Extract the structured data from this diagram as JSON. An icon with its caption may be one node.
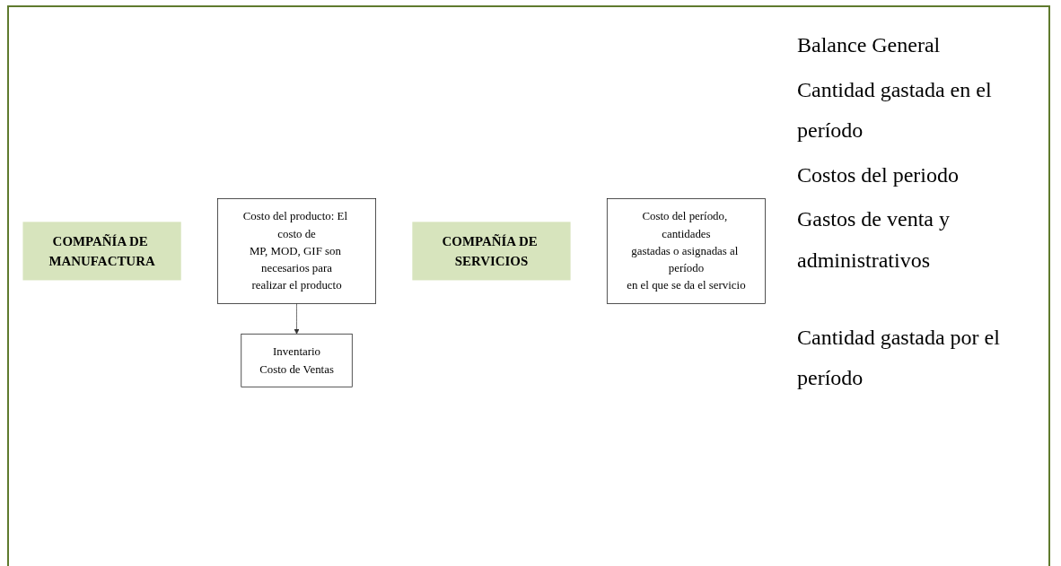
{
  "diagram": {
    "nodes": [
      {
        "text": [
          "COMPAÑÍA DE MANUFACTURA"
        ]
      },
      {
        "text": [
          "Costo del producto: El costo de MP, MOD, GIF son necesarios para realizar el producto"
        ]
      },
      {
        "text": [
          "Inventario",
          "Costo de Ventas"
        ]
      },
      {
        "text": [
          "COMPAÑÍA DE SERVICIOS"
        ]
      },
      {
        "text": [
          "Costo del período, cantidades gastadas o asignadas al período en el que se da el servicio"
        ]
      }
    ],
    "edges": [
      {
        "from": 1,
        "to": 2,
        "arrow": "to"
      }
    ],
    "labels": [
      "Balance General",
      "Cantidad gastada en el período",
      "Costos del periodo",
      "Gastos de venta y administrativos",
      "Cantidad gastada por el período"
    ]
  }
}
